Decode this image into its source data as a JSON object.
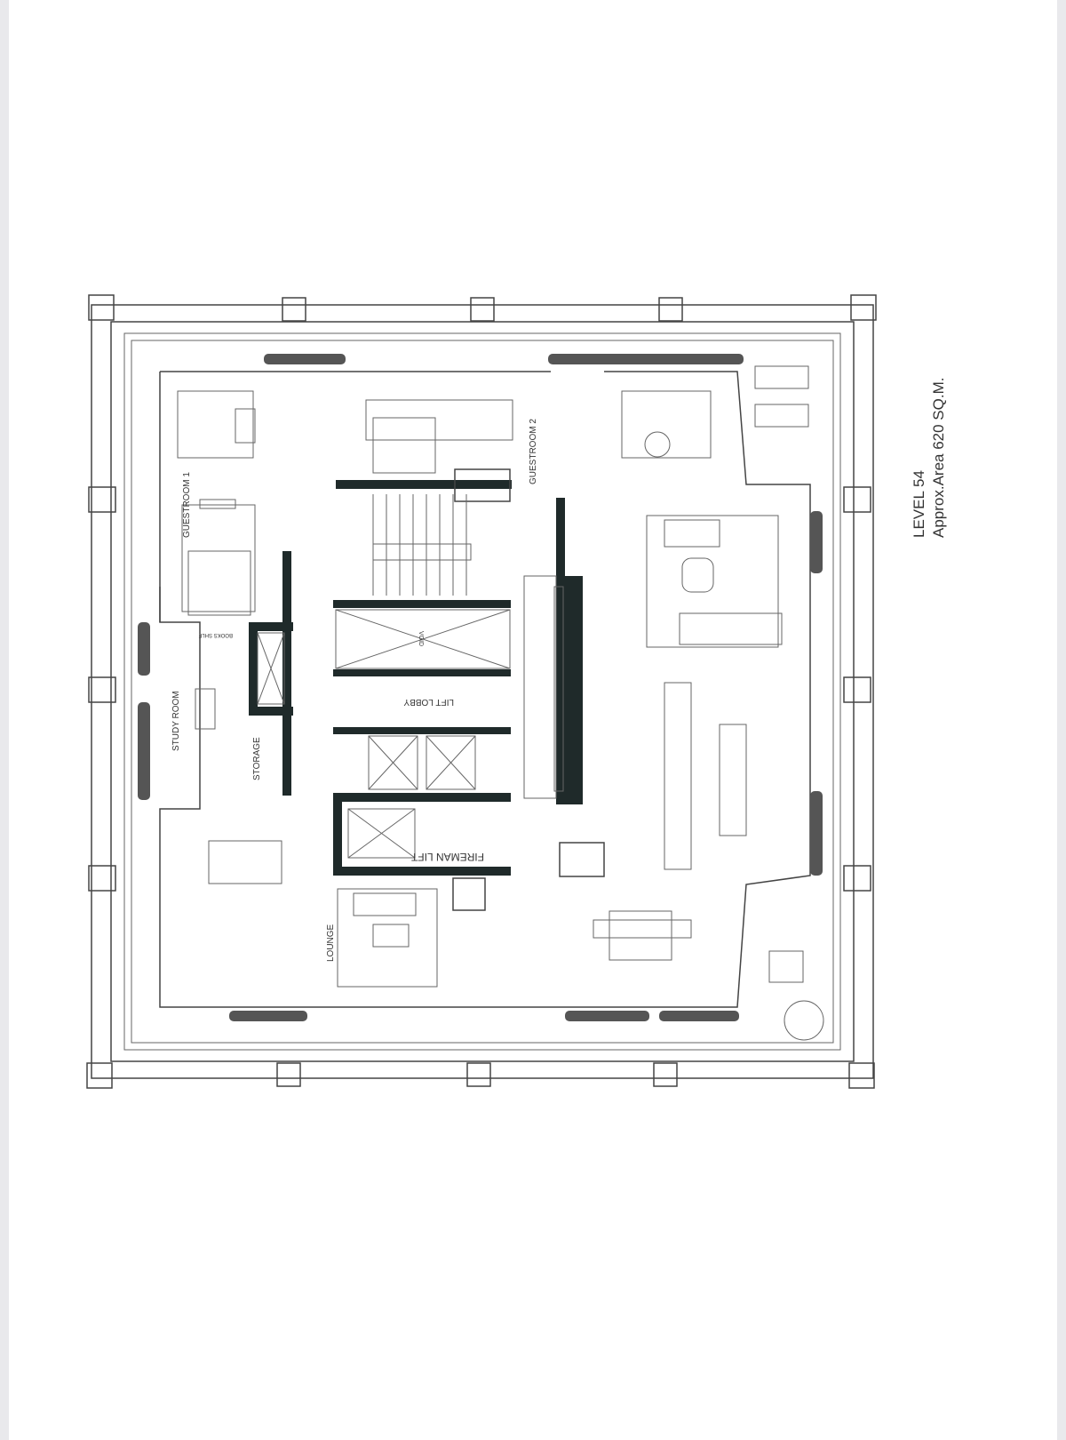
{
  "plan": {
    "level": "LEVEL 54",
    "area": "Approx.Area 620 SQ.M.",
    "rooms": {
      "guestroom_1": "GUESTROOM 1",
      "guestroom_2": "GUESTROOM 2",
      "study_room": "STUDY ROOM",
      "storage": "STORAGE",
      "lift_lobby": "LIFT LOBBY",
      "fireman_lift": "FIREMAN LIFT",
      "lounge": "LOUNGE",
      "void": "VOID",
      "books_shelf": "BOOKS SHLF"
    }
  }
}
